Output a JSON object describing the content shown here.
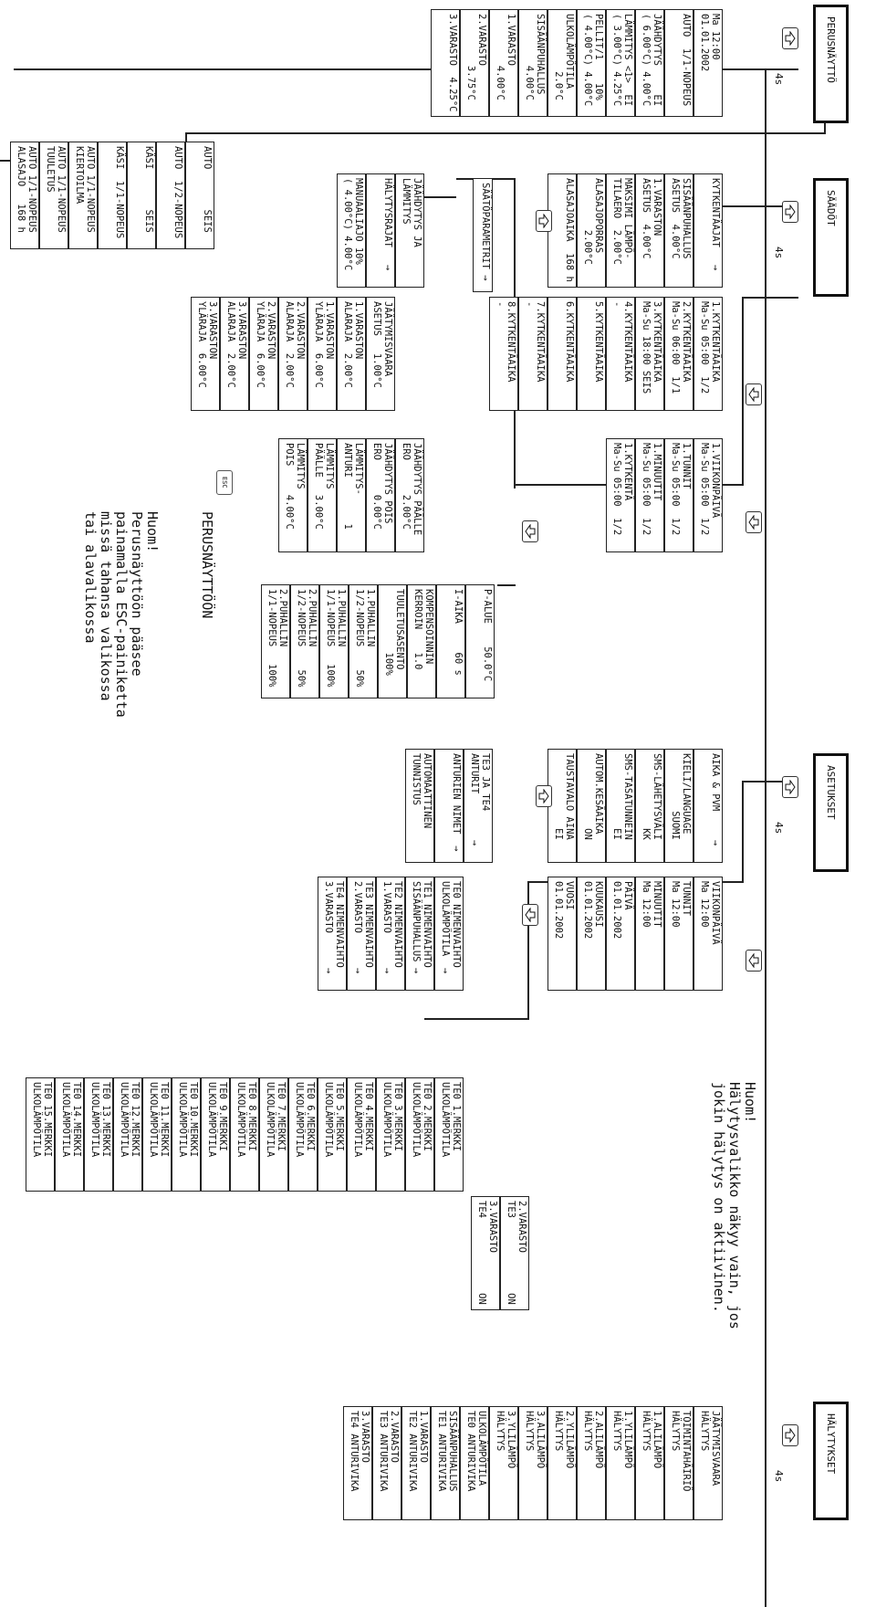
{
  "header_1": "PERUSNÄYTTÖ",
  "header_2": "SÄÄDÖT",
  "header_3": "ASETUKSET",
  "header_4": "HÄLYTYKSET",
  "delay_label": "4s",
  "esc_key": "ESC",
  "perus_rows": [
    "Ma 12:00\n01.01.2002",
    "AUTO  1/1-NOPEUS",
    "JÄÄHDYTYS     EI\n( 6.00°C) 4.00°C",
    "LÄMMITYS <1>  EI\n( 3.00°C) 4.25°C",
    "PELLIT/1    10%\n( 4.00°C) 4.00°C",
    "ULKOLÄMPÖTILA\n          2.0°C",
    "SISÄÄNPUHALLUS\n         4.00°C",
    "1.VARASTO\n         4.00°C",
    "2.VARASTO\n         3.75°C",
    "3.VARASTO  4.25°C"
  ],
  "modes": [
    "AUTO       SEIS",
    "AUTO  1/2-NOPEUS",
    "KÄSI       SEIS",
    "KÄSI  1/1-NOPEUS",
    "AUTO 1/1-NOPEUS\nKIERTOILMA",
    "AUTO 1/1-NOPEUS\nTUULETUS",
    "AUTO 1/1-NOPEUS\nALASAJO   168 h"
  ],
  "saadot_main": [
    "KYTKENTÄAJAT   →",
    "SISÄÄNPUHALLUS\nASETUS  4.00°C",
    "1.VARASTON\nASETUS  4.00°C",
    "MAKSIMI LÄMPÖ-\nTILAERO  2.00°C",
    "ALASAJOPORRAS\n         2.00°C",
    "ALASAJOAIKA  168 h"
  ],
  "kytkenta": [
    "1.KYTKENTÄAIKA\nMa-Su 05:00  1/2",
    "2.KYTKENTÄAIKA\nMa-Su 06:00  1/1",
    "3.KYTKENTÄAIKA\nMa-Su 18:00 SEIS",
    "4.KYTKENTÄAIKA\n-",
    "5.KYTKENTÄAIKA",
    "6.KYTKENTÄAIKA",
    "7.KYTKENTÄAIKA\n-",
    "8.KYTKENTÄAIKA\n-"
  ],
  "kytkenta_edit": [
    "1.VIIKONPÄIVÄ\nMa-Su 05:00  1/2",
    "1.TUNNIT\nMa-Su 05:00  1/2",
    "1.MINUUTIT\nMa-Su 05:00  1/2",
    "1.KYTKENTÄ\nMa-Su 05:00  1/2"
  ],
  "saato_title": "SÄÄTÖPARAMETRIT →",
  "saato_left": [
    "JÄÄHDYTYS JA\nLÄMMITYS",
    "HÄLYTYSRAJAT   →",
    "MANUAALIAJO 10%\n( 4.00°C) 4.00°C"
  ],
  "halytysrajat": [
    "JÄÄTYMISVAARA\nASETUS   1.00°C",
    "1.VARASTON\nALARAJA  2.00°C",
    "1.VARASTON\nYLÄRAJA  6.00°C",
    "2.VARASTON\nALARAJA  2.00°C",
    "2.VARASTON\nYLÄRAJA  6.00°C",
    "3.VARASTON\nALARAJA  2.00°C",
    "3.VARASTON\nYLÄRAJA  6.00°C"
  ],
  "jaahdytys": [
    "JÄÄHDYTYS PÄÄLLE\nERO      2.00°C",
    "JÄÄHDYTYS POIS\nERO      0.00°C",
    "LÄMMITYS-\nANTURI        1",
    "LÄMMITYS\nPÄÄLLE   3.00°C",
    "LÄMMITYS\nPOIS     4.00°C"
  ],
  "palue": [
    "P-ALUE    50.0°C",
    "I-AIKA     60 s",
    "KOMPENSOINNIN\nKERROIN    1.0",
    "TUULETUSASENTO\n           100%",
    "1.PUHALLIN\n1/2-NOPEUS    50%",
    "1.PUHALLIN\n1/1-NOPEUS   100%",
    "2.PUHALLIN\n1/2-NOPEUS    50%",
    "2.PUHALLIN\n1/1-NOPEUS   100%"
  ],
  "to_perus": "PERUSNÄYTTÖÖN",
  "note_esc": "Huom!\nPerusnäyttöön pääsee\npainamalla ESC-painiketta\nmissä tahansa valikossa\ntai alavalikossa",
  "asetukset_main": [
    "AIKA & PVM     →",
    "KIELI/LANGUAGE\n          SUOMI",
    "SMS-LÄHETYSVÄLI\n             KK",
    "SMS-TASATUNNEIN\n             EI",
    "AUTOM.KESÄAIKA\n             ON",
    "TAUSTAVALO AINA\n             EI"
  ],
  "aika_pvm": [
    "VIIKONPÄIVÄ\nMa 12:00",
    "TUNNIT\nMa 12:00",
    "MINUUTIT\nMa 12:00",
    "PÄIVÄ\n01.01.2002",
    "KUUKAUSI\n01.01.2002",
    "VUOSI\n01.01.2002"
  ],
  "anturit_left": [
    "TE3 JA TE4\nANTURIT        →",
    "ANTURIEN NIMET  →",
    "AUTOMAATTINEN\nTUNNISTUS"
  ],
  "nimenvaihto": [
    "TE0 NIMENVAIHTO\nULKOLÄMPÖTILA  →",
    "TE1 NIMENVAIHTO\nSISÄÄNPUHALLUS →",
    "TE2 NIMENVAIHTO\n1.VARASTO      →",
    "TE3 NIMENVAIHTO\n2.VARASTO      →",
    "TE4 NIMENVAIHTO\n3.VARASTO      →"
  ],
  "merkit": [
    "TE0 1.MERKKI\nULKOLÄMPÖTILA",
    "TE0 2.MERKKI\nULKOLÄMPÖTILA",
    "TE0 3.MERKKI\nULKOLÄMPÖTILA",
    "TE0 4.MERKKI\nULKOLÄMPÖTILA",
    "TE0 5.MERKKI\nULKOLÄMPÖTILA",
    "TE0 6.MERKKI\nULKOLÄMPÖTILA",
    "TE0 7.MERKKI\nULKOLÄMPÖTILA",
    "TE0 8.MERKKI\nULKOLÄMPÖTILA",
    "TE0 9.MERKKI\nULKOLÄMPÖTILA",
    "TE0 10.MERKKI\nULKOLÄMPÖTILA",
    "TE0 11.MERKKI\nULKOLÄMPÖTILA",
    "TE0 12.MERKKI\nULKOLÄMPÖTILA",
    "TE0 13.MERKKI\nULKOLÄMPÖTILA",
    "TE0 14.MERKKI\nULKOLÄMPÖTILA",
    "TE0 15.MERKKI\nULKOLÄMPÖTILA"
  ],
  "te_varasto": [
    "2.VARASTO\nTE3             ON",
    "3.VARASTO\nTE4             ON"
  ],
  "note_alarm": "Huom!\nHälytysvalikko näkyy vain, jos\njokin hälytys on aktiivinen.",
  "halytykset": [
    "JÄÄTYMISVAARA\nHÄLYTYS",
    "TOIMINTAHÄIRIÖ\nHÄLYTYS",
    "1.ALILÄMPÖ\nHÄLYTYS",
    "1.YLILÄMPÖ\nHÄLYTYS",
    "2.ALILÄMPÖ\nHÄLYTYS",
    "2.YLILÄMPÖ\nHÄLYTYS",
    "3.ALILÄMPÖ\nHÄLYTYS",
    "3.YLILÄMPÖ\nHÄLYTYS",
    "ULKOLÄMPÖTILA\nTE0 ANTURIVIKA",
    "SISÄÄNPUHALLUS\nTE1 ANTURIVIKA",
    "1.VARASTO\nTE2 ANTURIVIKA",
    "2.VARASTO\nTE3 ANTURIVIKA",
    "3.VARASTO\nTE4 ANTURIVIKA"
  ]
}
